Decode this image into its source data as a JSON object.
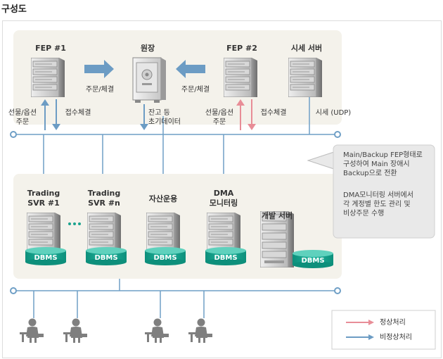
{
  "page_title": "구성도",
  "top": {
    "fep1": "FEP #1",
    "vault": "원장",
    "fep2": "FEP #2",
    "market_server": "시세 서버",
    "order_exec_left": "주문/체결",
    "order_exec_right": "주문/체결"
  },
  "flows": {
    "fep1_up_l1": "선물/옵션",
    "fep1_up_l2": "주문",
    "fep1_down": "접수체결",
    "vault_l1": "잔고 등",
    "vault_l2": "초기데이터",
    "fep2_up_l1": "선물/옵션",
    "fep2_up_l2": "주문",
    "fep2_down": "접수체결",
    "market_udp": "시세 (UDP)"
  },
  "note": {
    "p1_l1": "Main/Backup FEP형태로",
    "p1_l2": "구성하여 Main 장애시",
    "p1_l3": "Backup으로 전환",
    "p2_l1": "DMA모니터링 서버에서",
    "p2_l2": "각 계정별 한도 관리 및",
    "p2_l3": "비상주문 수행"
  },
  "servers": {
    "svr1_l1": "Trading",
    "svr1_l2": "SVR #1",
    "svrn_l1": "Trading",
    "svrn_l2": "SVR #n",
    "asset": "자산운용",
    "dma_l1": "DMA",
    "dma_l2": "모니터링",
    "dev": "개발 서버",
    "dbms": "DBMS"
  },
  "legend": {
    "normal": "정상처리",
    "abnormal": "비정상처리"
  },
  "colors": {
    "blue_arrow": "#6c9cc4",
    "red_arrow": "#e88d97",
    "network_line": "#6f9fc6",
    "dbms": "#1aa38e",
    "panel": "#f4f2eb"
  }
}
